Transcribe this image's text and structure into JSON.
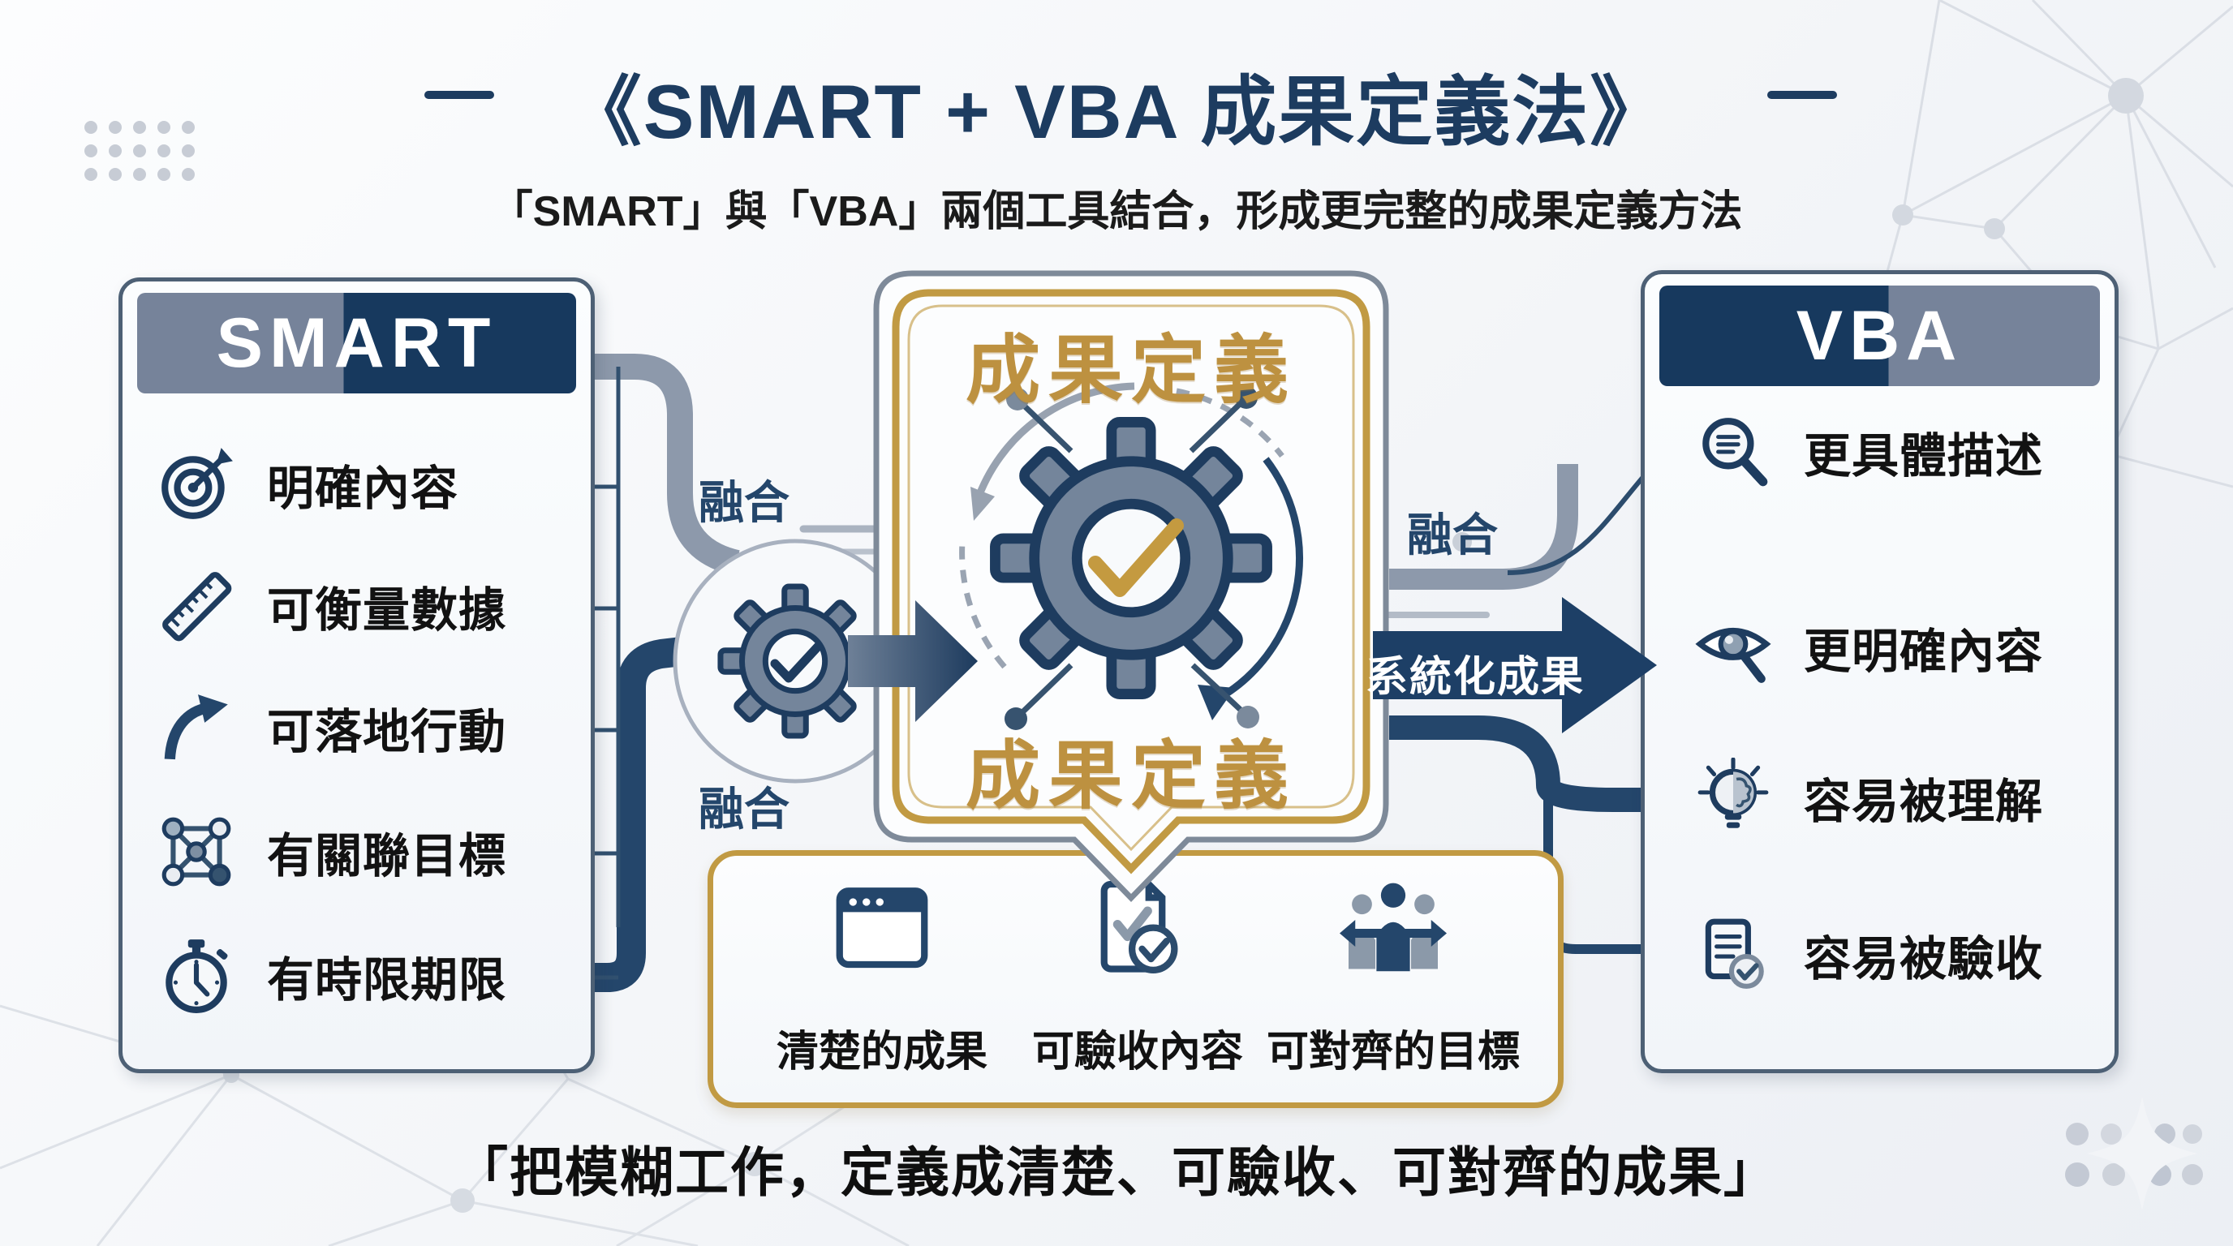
{
  "title": {
    "text": "《SMART + VBA 成果定義法》"
  },
  "subtitle": "「SMART」與「VBA」兩個工具結合，形成更完整的成果定義方法",
  "smart_panel": {
    "header": "SMART",
    "items": [
      {
        "icon": "target-icon",
        "label": "明確內容"
      },
      {
        "icon": "ruler-icon",
        "label": "可衡量數據"
      },
      {
        "icon": "action-arrow-icon",
        "label": "可落地行動"
      },
      {
        "icon": "network-icon",
        "label": "有關聯目標"
      },
      {
        "icon": "stopwatch-icon",
        "label": "有時限期限"
      }
    ]
  },
  "vba_panel": {
    "header": "VBA",
    "items": [
      {
        "icon": "doc-search-icon",
        "label": "更具體描述"
      },
      {
        "icon": "eye-search-icon",
        "label": "更明確內容"
      },
      {
        "icon": "bulb-brain-icon",
        "label": "容易被理解"
      },
      {
        "icon": "doc-check-icon",
        "label": "容易被驗收"
      }
    ]
  },
  "center": {
    "top_label": "成果定義",
    "bottom_label": "成果定義",
    "emblem": "gear-check-icon"
  },
  "connectors": {
    "fuse_top_left": "融合",
    "fuse_bottom_left": "融合",
    "fuse_right": "融合",
    "systemize_arrow": "系統化成果"
  },
  "outputs_panel": {
    "items": [
      {
        "icon": "window-icon",
        "label": "清楚的成果"
      },
      {
        "icon": "doc-verify-icon",
        "label": "可驗收內容"
      },
      {
        "icon": "team-align-icon",
        "label": "可對齊的目標"
      }
    ]
  },
  "quote": "「把模糊工作，定義成清楚、可驗收、可對齊的成果」",
  "colors": {
    "navy": "#1d3c60",
    "gold": "#bd9140",
    "slate_gray": "#8d99ab",
    "header_gray": "#76839a",
    "text_dark": "#141414"
  }
}
